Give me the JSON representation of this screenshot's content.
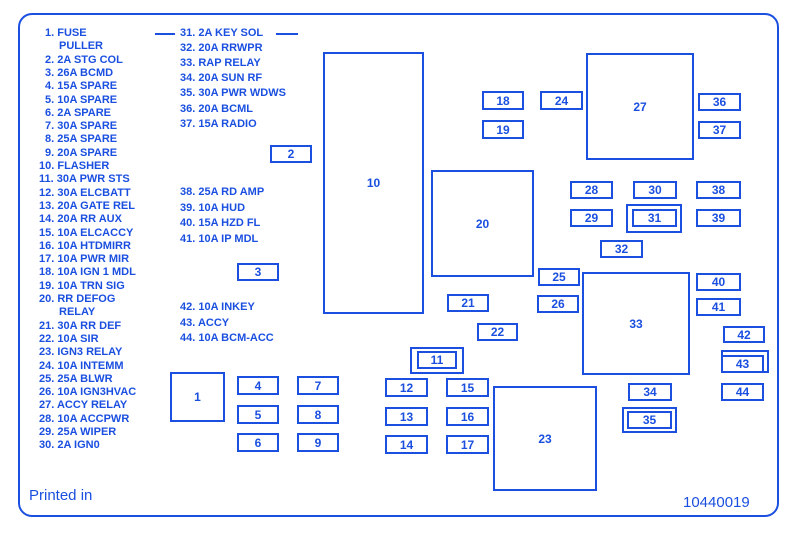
{
  "legend_left": [
    "1. FUSE",
    "PULLER",
    "2. 2A STG COL",
    "3. 26A BCMD",
    "4. 15A SPARE",
    "5. 10A SPARE",
    "6. 2A SPARE",
    "7. 30A SPARE",
    "8. 25A SPARE",
    "9. 20A SPARE",
    "10. FLASHER",
    "11. 30A PWR STS",
    "12. 30A ELCBATT",
    "13. 20A GATE REL",
    "14. 20A RR AUX",
    "15. 10A ELCACCY",
    "16. 10A HTDMIRR",
    "17. 10A PWR MIR",
    "18. 10A IGN 1 MDL",
    "19. 10A TRN SIG",
    "20. RR DEFOG",
    "RELAY",
    "21. 30A RR DEF",
    "22. 10A SIR",
    "23. IGN3 RELAY",
    "24. 10A INTEMM",
    "25. 25A BLWR",
    "26. 10A IGN3HVAC",
    "27. ACCY RELAY",
    "28. 10A ACCPWR",
    "29. 25A WIPER",
    "30. 2A IGN0"
  ],
  "legend_mid_top": [
    "31. 2A KEY SOL",
    "32. 20A RRWPR",
    "33. RAP RELAY",
    "34. 20A SUN RF",
    "35. 30A PWR WDWS",
    "36. 20A BCML",
    "37. 15A RADIO"
  ],
  "legend_mid_middle": [
    "38. 25A RD AMP",
    "39. 10A HUD",
    "40. 15A HZD FL",
    "41. 10A IP MDL"
  ],
  "legend_mid_bottom": [
    "42. 10A INKEY",
    "43. ACCY",
    "44. 10A BCM-ACC"
  ],
  "boxes": {
    "b1": "1",
    "b2": "2",
    "b3": "3",
    "b4": "4",
    "b5": "5",
    "b6": "6",
    "b7": "7",
    "b8": "8",
    "b9": "9",
    "b10": "10",
    "b11": "11",
    "b12": "12",
    "b13": "13",
    "b14": "14",
    "b15": "15",
    "b16": "16",
    "b17": "17",
    "b18": "18",
    "b19": "19",
    "b20": "20",
    "b21": "21",
    "b22": "22",
    "b23": "23",
    "b24": "24",
    "b25": "25",
    "b26": "26",
    "b27": "27",
    "b28": "28",
    "b29": "29",
    "b30": "30",
    "b31": "31",
    "b32": "32",
    "b33": "33",
    "b34": "34",
    "b35": "35",
    "b36": "36",
    "b37": "37",
    "b38": "38",
    "b39": "39",
    "b40": "40",
    "b41": "41",
    "b42": "42",
    "b43": "43",
    "b44": "44"
  },
  "footer": {
    "printed": "Printed in",
    "part_number": "10440019"
  },
  "colors": {
    "ink": "#1a4fe0",
    "background": "#ffffff"
  }
}
